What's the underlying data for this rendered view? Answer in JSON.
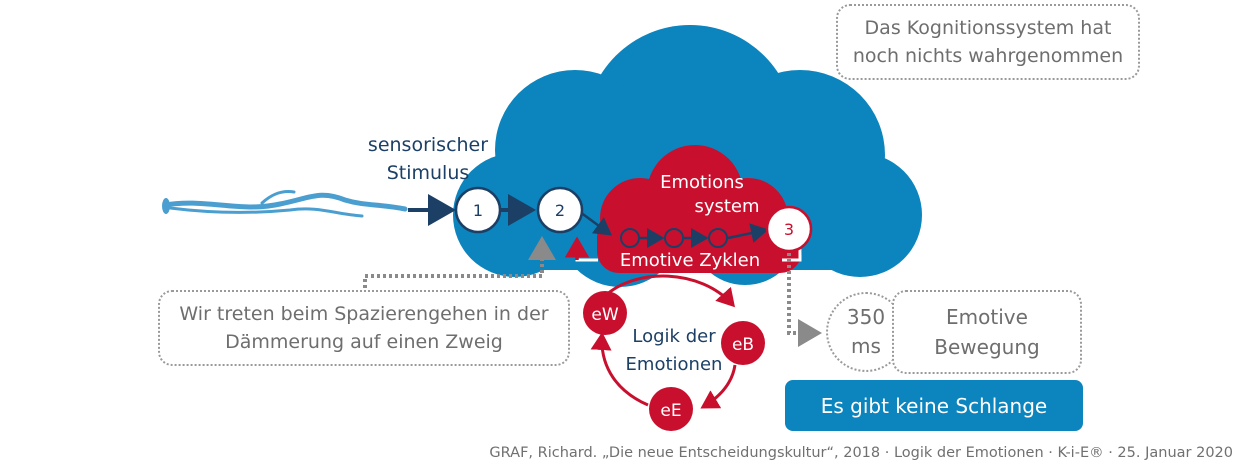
{
  "cognition_note": "Das Kognitionssystem hat\nnoch nichts wahrgenommen",
  "stimulus_label_1": "sensorischer",
  "stimulus_label_2": "Stimulus",
  "steps": [
    "1",
    "2",
    "3"
  ],
  "emotion_system_label_1": "Emotions",
  "emotion_system_label_2": "system",
  "emotive_cycles_label": "Emotive Zyklen",
  "situation_note": "Wir treten beim Spazierengehen in der\nDämmerung auf einen Zweig",
  "logic_label_1": "Logik der",
  "logic_label_2": "Emotionen",
  "emotion_nodes": [
    "eW",
    "eB",
    "eE"
  ],
  "time_value": "350\nms",
  "movement_label": "Emotive\nBewegung",
  "conclusion": "Es gibt keine Schlange",
  "footer": "GRAF, Richard. „Die neue Entscheidungskultur“, 2018 · Logik der Emotionen · K-i-E® · 25. Januar 2020",
  "colors": {
    "cognition_blue": "#0c84bd",
    "emotion_red": "#c8102e",
    "node_navy": "#1c3f66",
    "twig_blue": "#4a9fd0",
    "note_gray": "#9a9a9a"
  }
}
